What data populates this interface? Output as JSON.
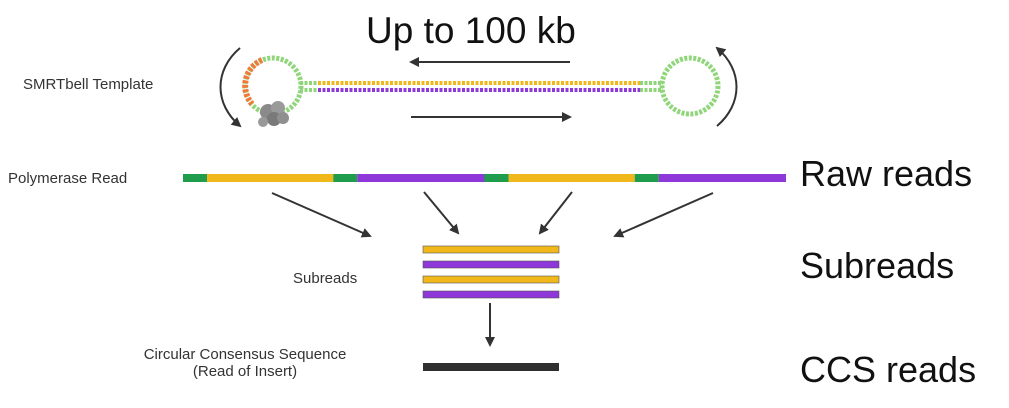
{
  "title": "Up to 100 kb",
  "labels": {
    "smrtbell": "SMRTbell Template",
    "polymerase": "Polymerase Read",
    "subreads": "Subreads",
    "ccs_line1": "Circular Consensus Sequence",
    "ccs_line2": "(Read of Insert)"
  },
  "categories": {
    "raw": "Raw reads",
    "sub": "Subreads",
    "ccs": "CCS reads"
  },
  "colors": {
    "yellow": "#f0b81a",
    "purple": "#8e38d9",
    "green": "#1f9d4c",
    "green_light": "#8fd67a",
    "orange": "#f07a3a",
    "dark": "#333333",
    "black_bar": "#2f2f2f",
    "polymerase_grey": "#8a8a8a"
  },
  "polymerase_read_segments": [
    "green",
    "yellow",
    "green",
    "purple",
    "green",
    "yellow",
    "green",
    "purple"
  ],
  "subread_order": [
    "yellow",
    "purple",
    "yellow",
    "purple"
  ]
}
